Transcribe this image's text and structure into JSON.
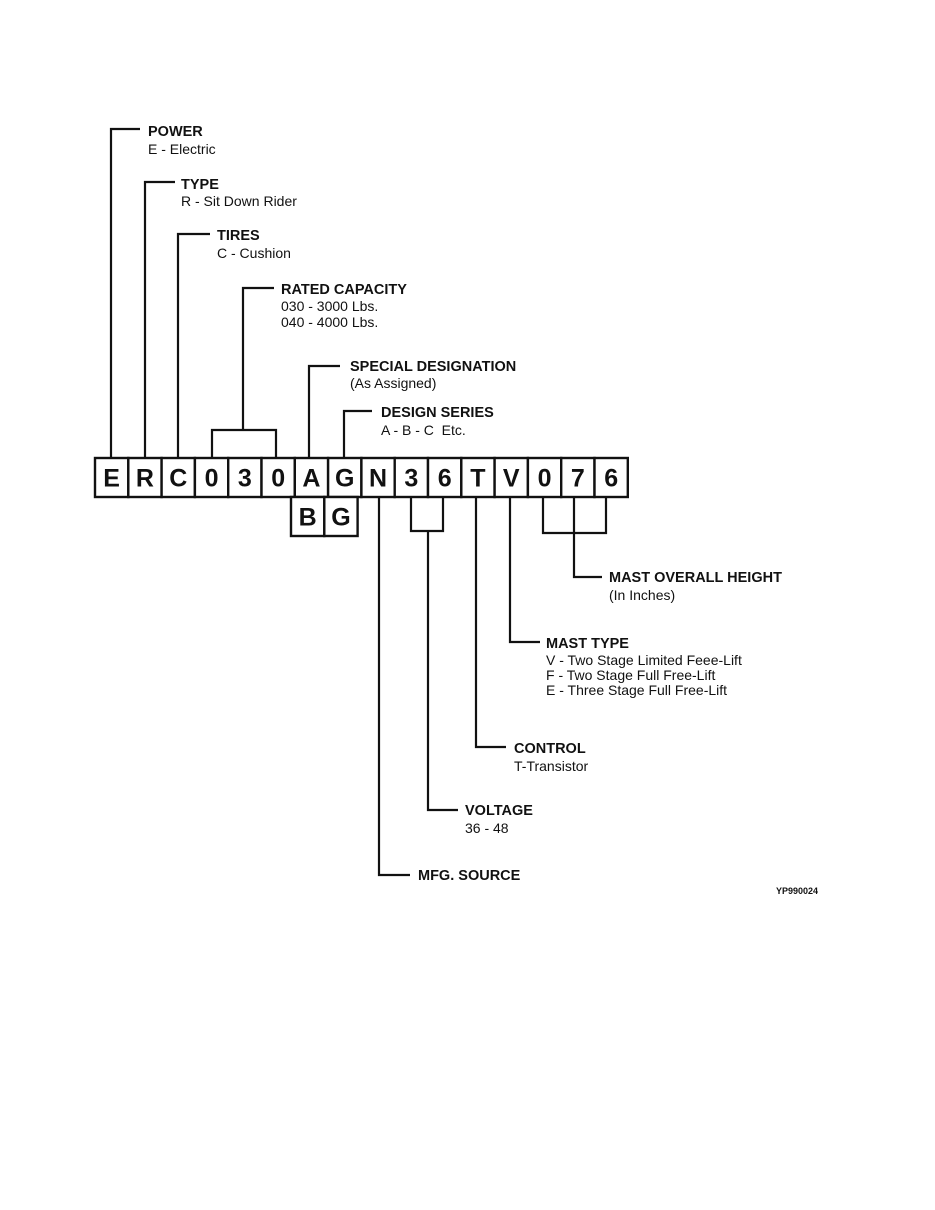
{
  "model_code": {
    "row1": [
      "E",
      "R",
      "C",
      "0",
      "3",
      "0",
      "A",
      "G",
      "N",
      "3",
      "6",
      "T",
      "V",
      "0",
      "7",
      "6"
    ],
    "row2": [
      "B",
      "G"
    ]
  },
  "labels": {
    "power": {
      "title": "POWER",
      "lines": [
        "E - Electric"
      ]
    },
    "type": {
      "title": "TYPE",
      "lines": [
        "R - Sit Down Rider"
      ]
    },
    "tires": {
      "title": "TIRES",
      "lines": [
        "C - Cushion"
      ]
    },
    "rated_capacity": {
      "title": "RATED CAPACITY",
      "lines": [
        "030 - 3000 Lbs.",
        "040 - 4000 Lbs."
      ]
    },
    "special_designation": {
      "title": "SPECIAL DESIGNATION",
      "lines": [
        "(As Assigned)"
      ]
    },
    "design_series": {
      "title": "DESIGN SERIES",
      "lines": [
        "A - B - C  Etc."
      ]
    },
    "mast_overall_height": {
      "title": "MAST OVERALL HEIGHT",
      "lines": [
        "(In Inches)"
      ]
    },
    "mast_type": {
      "title": "MAST TYPE",
      "lines": [
        "V - Two Stage Limited Feee-Lift",
        "F - Two Stage Full Free-Lift",
        "E - Three Stage Full Free-Lift"
      ]
    },
    "control": {
      "title": "CONTROL",
      "lines": [
        "T-Transistor"
      ]
    },
    "voltage": {
      "title": "VOLTAGE",
      "lines": [
        "36 - 48"
      ]
    },
    "mfg_source": {
      "title": "MFG. SOURCE",
      "lines": []
    }
  },
  "figure_id": "YP990024"
}
